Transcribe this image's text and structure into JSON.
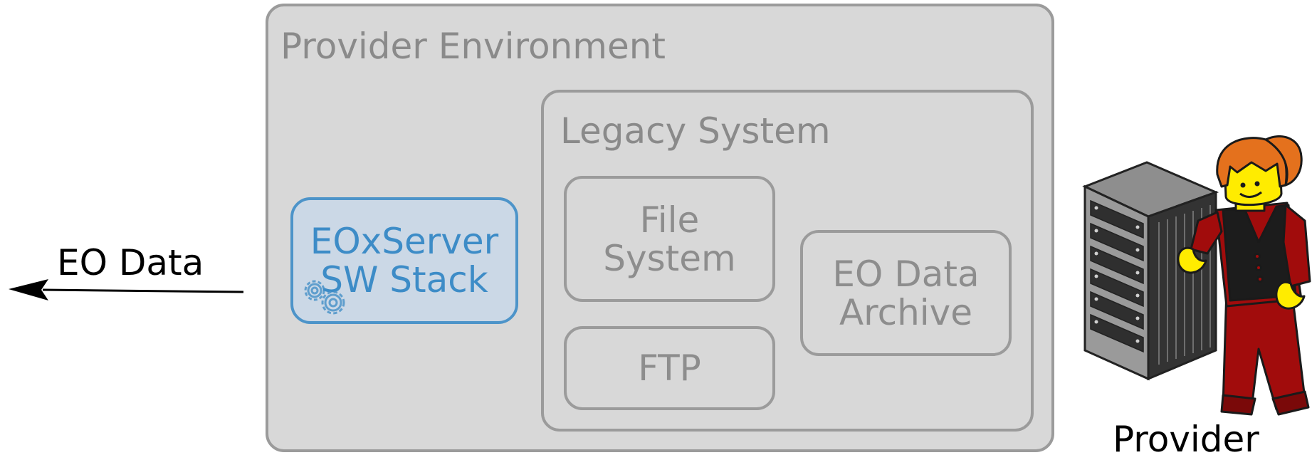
{
  "provider_environment": {
    "title": "Provider Environment"
  },
  "legacy_system": {
    "title": "Legacy System",
    "file_system": {
      "line1": "File",
      "line2": "System"
    },
    "ftp": {
      "label": "FTP"
    },
    "eo_data_archive": {
      "line1": "EO Data",
      "line2": "Archive"
    }
  },
  "eoxserver": {
    "line1": "EOxServer",
    "line2": "SW Stack"
  },
  "output": {
    "label": "EO Data"
  },
  "actor": {
    "label": "Provider"
  },
  "colors": {
    "container_fill": "#d8d8d8",
    "container_border": "#9b9b9b",
    "label_gray": "#8a8a8a",
    "eox_fill": "#cbd8e6",
    "eox_accent": "#4d94c9",
    "hair": "#e4711d",
    "body": "#a10c0c",
    "vest": "#1c1c1c",
    "skin": "#ffec00"
  },
  "icons": [
    "gears-icon",
    "arrow-left-icon",
    "server-rack-icon",
    "provider-person-icon"
  ]
}
